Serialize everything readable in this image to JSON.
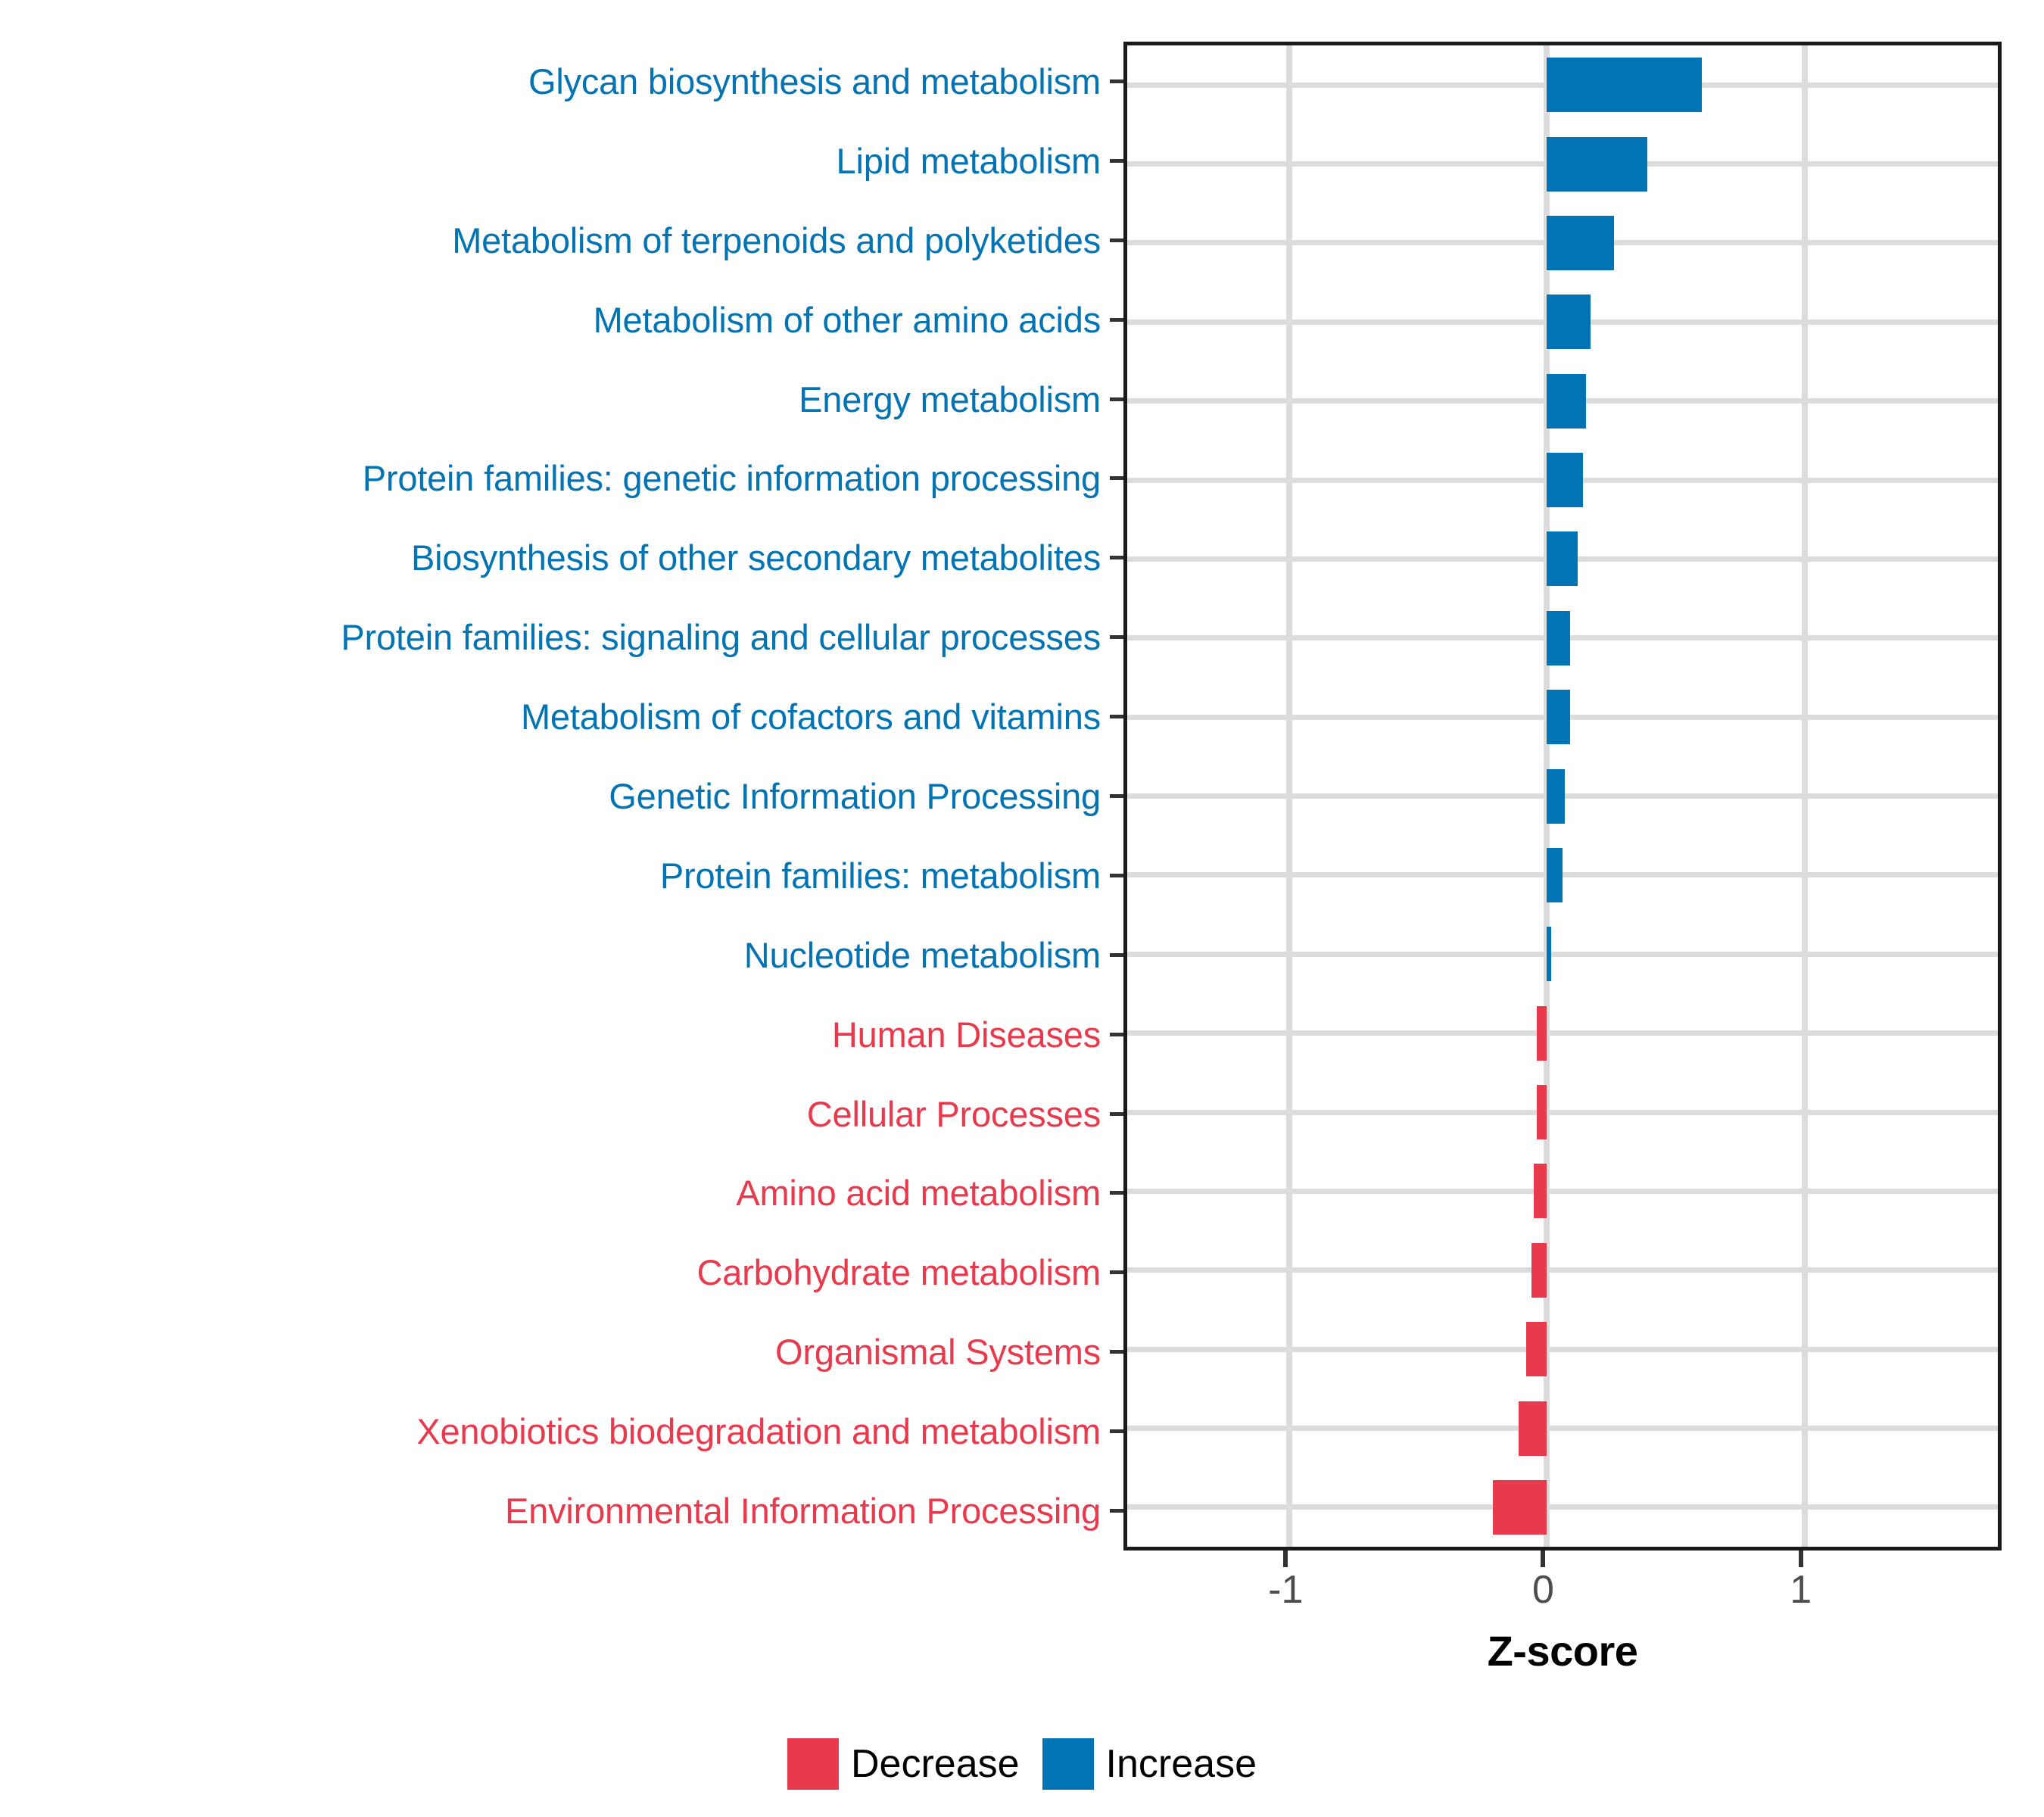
{
  "chart_data": {
    "type": "bar",
    "orientation": "horizontal",
    "title": "",
    "xlabel": "Z-score",
    "ylabel": "",
    "xlim": [
      -1.63,
      1.78
    ],
    "xticks": [
      -1,
      0,
      1
    ],
    "xtick_labels": [
      "-1",
      "0",
      "1"
    ],
    "grid": true,
    "grid_axis": "both",
    "legend": {
      "position": "bottom",
      "entries": [
        {
          "label": "Decrease",
          "color": "#E83A4C"
        },
        {
          "label": "Increase",
          "color": "#0273B3"
        }
      ]
    },
    "categories": [
      "Glycan biosynthesis and metabolism",
      "Lipid metabolism",
      "Metabolism of terpenoids and polyketides",
      "Metabolism of other amino acids",
      "Energy metabolism",
      "Protein families: genetic information processing",
      "Biosynthesis of other secondary metabolites",
      "Protein families: signaling and cellular processes",
      "Metabolism of cofactors and vitamins",
      "Genetic Information Processing",
      "Protein families: metabolism",
      "Nucleotide metabolism",
      "Human Diseases",
      "Cellular Processes",
      "Amino acid metabolism",
      "Carbohydrate metabolism",
      "Organismal Systems",
      "Xenobiotics biodegradation and metabolism",
      "Environmental Information Processing"
    ],
    "values": [
      0.6,
      0.39,
      0.26,
      0.17,
      0.15,
      0.14,
      0.12,
      0.09,
      0.09,
      0.07,
      0.06,
      0.015,
      -0.04,
      -0.04,
      -0.05,
      -0.06,
      -0.08,
      -0.11,
      -0.21
    ],
    "direction": [
      "Increase",
      "Increase",
      "Increase",
      "Increase",
      "Increase",
      "Increase",
      "Increase",
      "Increase",
      "Increase",
      "Increase",
      "Increase",
      "Increase",
      "Decrease",
      "Decrease",
      "Decrease",
      "Decrease",
      "Decrease",
      "Decrease",
      "Decrease"
    ],
    "colors": {
      "increase": "#0273B3",
      "decrease": "#E83A4C",
      "grid": "#dcdcdc",
      "panel_border": "#1a1a1a",
      "tick_label": "#4d4d4d"
    }
  }
}
